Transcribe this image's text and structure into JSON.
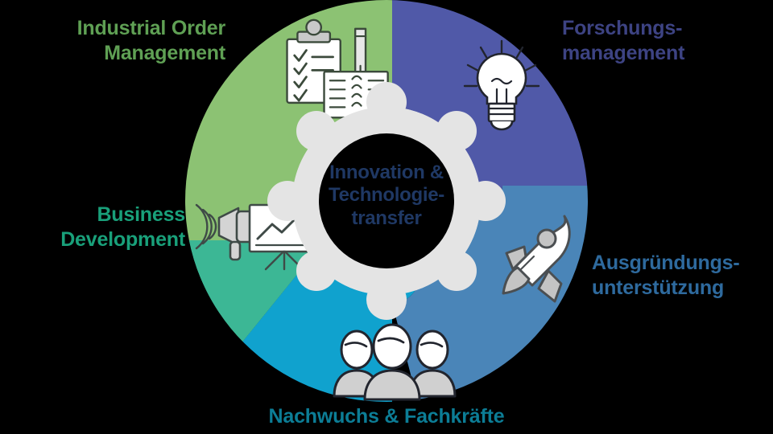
{
  "diagram": {
    "title": "Innovation & Technologietransfer",
    "center": {
      "text": "Innovation &\nTechnologie-\ntransfer",
      "text_color": "#1F3864",
      "ring_color": "#E4E4E4"
    },
    "background_color": "#000000",
    "segments": [
      {
        "id": "industrial-order-management",
        "label": "Industrial Order\nManagement",
        "color": "#8CC273",
        "text_color": "#5FA054",
        "icon": "clipboard-checklist-icon",
        "position": "top-left"
      },
      {
        "id": "forschungsmanagement",
        "label": "Forschungs-\nmanagement",
        "color": "#5059A8",
        "text_color": "#3D4383",
        "icon": "lightbulb-icon",
        "position": "top-right"
      },
      {
        "id": "ausgruendungsunterstuetzung",
        "label": "Ausgründungs-\nunterstützung",
        "color": "#4A85B8",
        "text_color": "#2E6A9E",
        "icon": "rocket-icon",
        "position": "right"
      },
      {
        "id": "nachwuchs-fachkraefte",
        "label": "Nachwuchs & Fachkräfte",
        "color": "#10A2CE",
        "text_color": "#0C7D96",
        "icon": "people-group-icon",
        "position": "bottom"
      },
      {
        "id": "business-development",
        "label": "Business\nDevelopment",
        "color": "#3CB795",
        "text_color": "#19A07A",
        "icon": "megaphone-presentation-icon",
        "position": "left"
      }
    ]
  },
  "chart_data": {
    "type": "pie",
    "title": "Innovation & Technologietransfer",
    "categories": [
      "Industrial Order Management",
      "Forschungsmanagement",
      "Ausgründungsunterstützung",
      "Nachwuchs & Fachkräfte",
      "Business Development"
    ],
    "values": [
      25,
      25,
      25,
      12.5,
      12.5
    ],
    "colors": [
      "#8CC273",
      "#5059A8",
      "#4A85B8",
      "#10A2CE",
      "#3CB795"
    ],
    "legend": "outside-labels",
    "grid": false
  }
}
